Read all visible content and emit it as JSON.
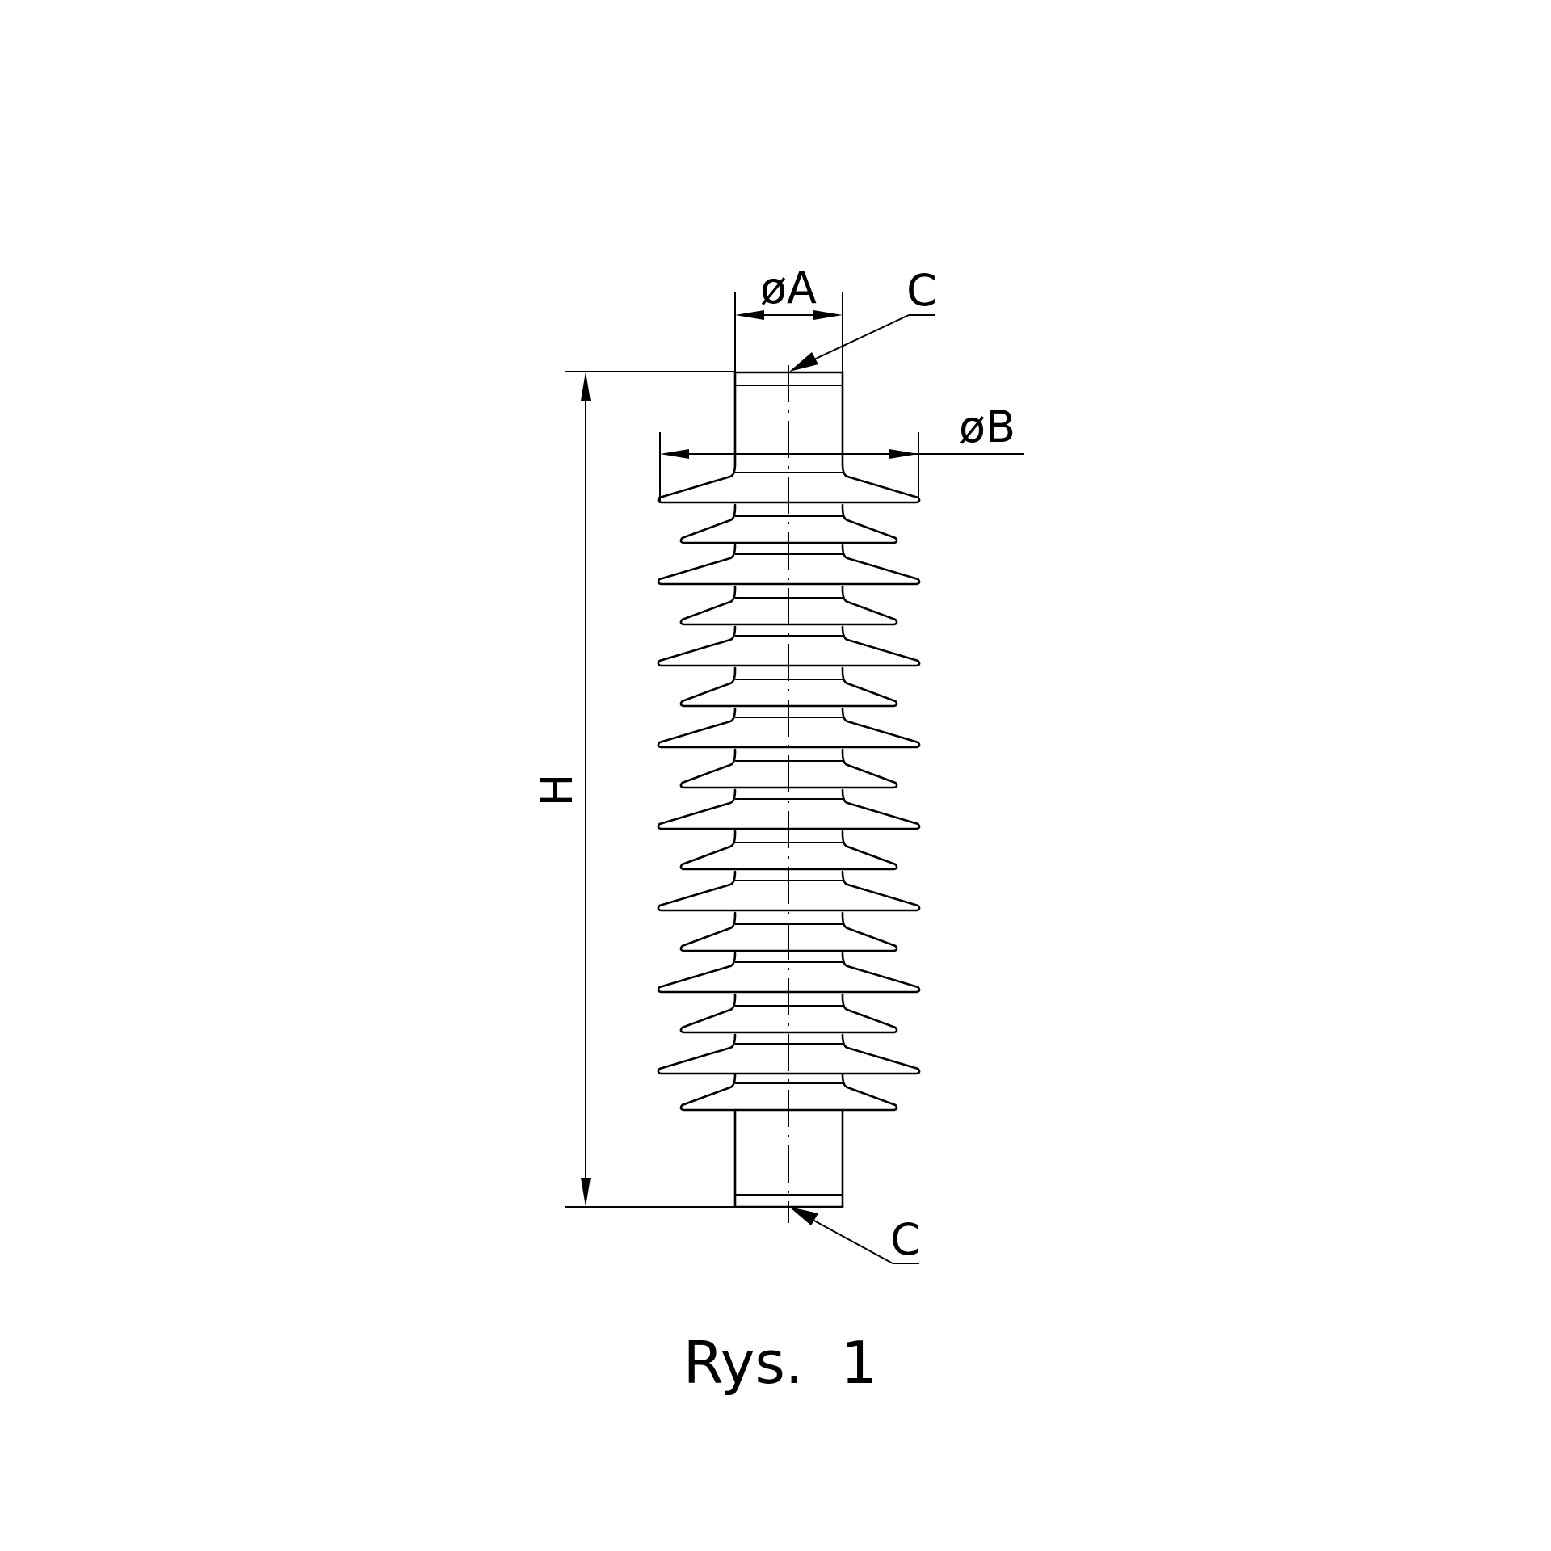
{
  "labels": {
    "dim_a": "øA",
    "dim_b": "øB",
    "dim_h": "H",
    "chamfer_top": "C",
    "chamfer_bottom": "C",
    "caption": "Rys.  1"
  }
}
